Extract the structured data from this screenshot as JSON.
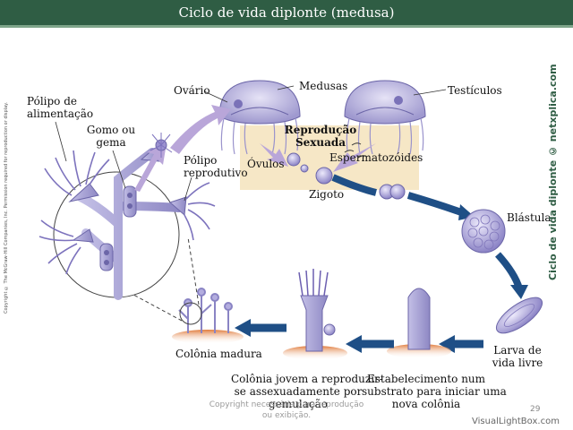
{
  "title": "Ciclo de vida diplonte (medusa)",
  "labels": {
    "feeding_polyp": "Pólipo de\nalimentação",
    "bud": "Gomo ou\ngema",
    "reproductive_polyp": "Pólipo\nreprodutivo",
    "ovary": "Ovário",
    "medusae": "Medusas",
    "testes": "Testículos",
    "sexual_reproduction": "Reprodução\nSexuada",
    "eggs": "Óvulos",
    "sperm": "Espermatozóides",
    "zygote": "Zigoto",
    "blastula": "Blástula",
    "larva": "Larva de\nvida livre",
    "settlement": "Estabelecimento num\nsubstrato para iniciar uma\nnova colônia",
    "young_colony": "Colônia jovem a reproduzir-\nse assexuadamente por\ngemulação",
    "mature_colony": "Colônia madura"
  },
  "side_credit": "Ciclo de vida diplonte © netxplica.com",
  "copyright_left": "Copyright © The McGraw-Hill Companies, Inc. Permission required for reproduction or display.",
  "watermark": "Copyright necessária para reprodução ou exibição.",
  "page_number": "29",
  "site_mark": "VisualLightBox.com",
  "colors": {
    "title_bar": "#2f5d44",
    "arrow": "#1f4f86",
    "organism": "#a9a3d6",
    "sexual_box": "#f6e7c6"
  }
}
